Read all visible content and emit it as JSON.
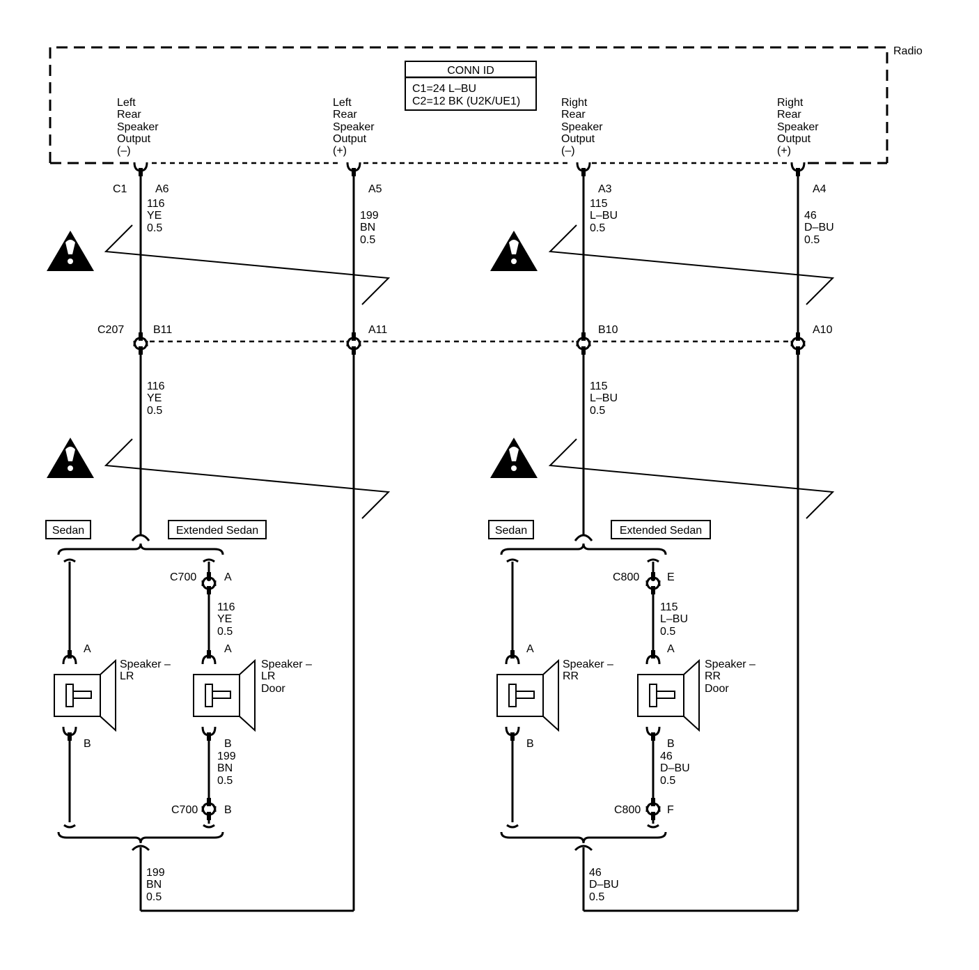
{
  "module": {
    "name": "Radio"
  },
  "conn_id": {
    "title": "CONN ID",
    "line1": "C1=24 L–BU",
    "line2": "C2=12 BK (U2K/UE1)"
  },
  "outputs": [
    [
      "Left",
      "Rear",
      "Speaker",
      "Output",
      "(–)"
    ],
    [
      "Left",
      "Rear",
      "Speaker",
      "Output",
      "(+)"
    ],
    [
      "Right",
      "Rear",
      "Speaker",
      "Output",
      "(–)"
    ],
    [
      "Right",
      "Rear",
      "Speaker",
      "Output",
      "(+)"
    ]
  ],
  "c1": {
    "id": "C1",
    "pins": [
      "A6",
      "A5",
      "A3",
      "A4"
    ]
  },
  "c207": {
    "id": "C207",
    "pins": [
      "B11",
      "A11",
      "B10",
      "A10"
    ]
  },
  "upper_wires": [
    [
      "116",
      "YE",
      "0.5"
    ],
    [
      "199",
      "BN",
      "0.5"
    ],
    [
      "115",
      "L–BU",
      "0.5"
    ],
    [
      "46",
      "D–BU",
      "0.5"
    ]
  ],
  "lower_wires": [
    [
      "116",
      "YE",
      "0.5"
    ],
    [
      "115",
      "L–BU",
      "0.5"
    ]
  ],
  "option_labels": {
    "sedan": "Sedan",
    "extended": "Extended Sedan"
  },
  "left_group": {
    "connector": "C700",
    "pin_top": "A",
    "pin_bottom": "B",
    "wire_top": [
      "116",
      "YE",
      "0.5"
    ],
    "wire_bottom": [
      "199",
      "BN",
      "0.5"
    ],
    "return_wire": [
      "199",
      "BN",
      "0.5"
    ],
    "speaker_sedan": {
      "name": [
        "Speaker –",
        "LR"
      ],
      "pin_a": "A",
      "pin_b": "B"
    },
    "speaker_ext": {
      "name": [
        "Speaker –",
        "LR",
        "Door"
      ],
      "pin_a": "A",
      "pin_b": "B"
    }
  },
  "right_group": {
    "connector": "C800",
    "pin_top": "E",
    "pin_bottom": "F",
    "wire_top": [
      "115",
      "L–BU",
      "0.5"
    ],
    "wire_bottom": [
      "46",
      "D–BU",
      "0.5"
    ],
    "return_wire": [
      "46",
      "D–BU",
      "0.5"
    ],
    "speaker_sedan": {
      "name": [
        "Speaker –",
        "RR"
      ],
      "pin_a": "A",
      "pin_b": "B"
    },
    "speaker_ext": {
      "name": [
        "Speaker –",
        "RR",
        "Door"
      ],
      "pin_a": "A",
      "pin_b": "B"
    }
  }
}
